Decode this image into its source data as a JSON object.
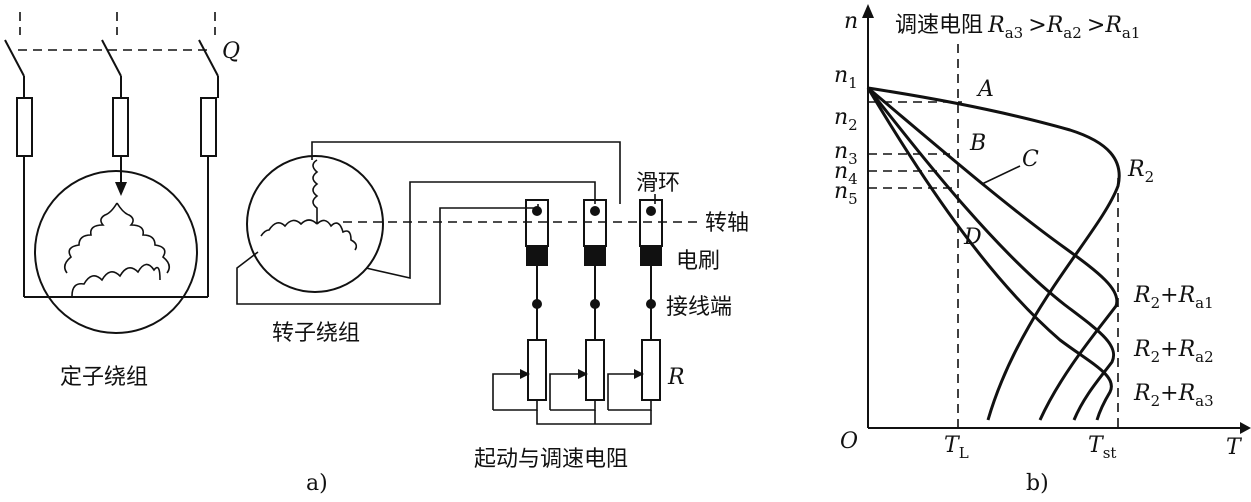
{
  "figure_a": {
    "switch_label": "Q",
    "stator_label": "定子绕组",
    "rotor_label": "转子绕组",
    "slip_ring_label": "滑环",
    "shaft_label": "转轴",
    "brush_label": "电刷",
    "terminal_label": "接线端",
    "resistor_label": "R",
    "resistor_group_label": "起动与调速电阻",
    "caption": "a)"
  },
  "figure_b": {
    "title": "调速电阻",
    "title_expr": {
      "R": "R",
      "s3": "a3",
      "gt1": ">",
      "s2": "a2",
      "gt2": ">",
      "s1": "a1"
    },
    "axis": {
      "y": "n",
      "x": "T",
      "origin": "O"
    },
    "speed_levels": [
      {
        "var": "n",
        "sub": "1"
      },
      {
        "var": "n",
        "sub": "2"
      },
      {
        "var": "n",
        "sub": "3"
      },
      {
        "var": "n",
        "sub": "4"
      },
      {
        "var": "n",
        "sub": "5"
      }
    ],
    "torque_ticks": [
      {
        "var": "T",
        "sub": "L"
      },
      {
        "var": "T",
        "sub": "st"
      }
    ],
    "points": [
      "A",
      "B",
      "C",
      "D"
    ],
    "curves": [
      {
        "a": "R",
        "asub": "2",
        "plus": "",
        "b": "",
        "bsub": ""
      },
      {
        "a": "R",
        "asub": "2",
        "plus": "+",
        "b": "R",
        "bsub": "a1"
      },
      {
        "a": "R",
        "asub": "2",
        "plus": "+",
        "b": "R",
        "bsub": "a2"
      },
      {
        "a": "R",
        "asub": "2",
        "plus": "+",
        "b": "R",
        "bsub": "a3"
      }
    ],
    "caption": "b)"
  }
}
